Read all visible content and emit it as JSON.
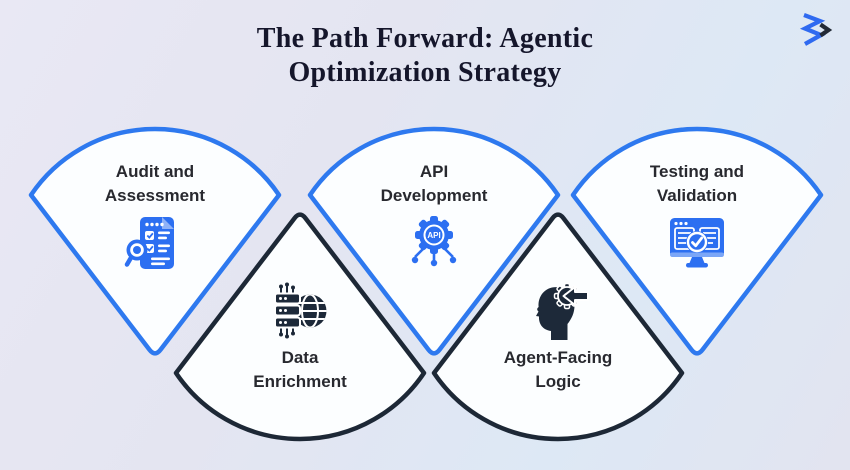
{
  "header": {
    "title_line1": "The Path Forward: Agentic",
    "title_line2": "Optimization Strategy"
  },
  "logo": {
    "name": "brand-zigzag-logo",
    "blue": "#2f6af0",
    "dark": "#232a36"
  },
  "colors": {
    "background_start": "#e9e8f4",
    "background_end": "#dde8f5",
    "fan_fill": "#fcfeff",
    "blue_stroke": "#2e79ef",
    "dark_stroke": "#1d2836",
    "icon_blue": "#2c6ff1",
    "icon_blue_light": "#8fb2f8",
    "icon_dark": "#1d2939",
    "label_color": "#28292f",
    "title_color": "#15162b"
  },
  "steps": [
    {
      "id": "audit-and-assessment",
      "label_line1": "Audit and",
      "label_line2": "Assessment",
      "variant": "up",
      "icon": "audit-document-magnifier-icon"
    },
    {
      "id": "data-enrichment",
      "label_line1": "Data",
      "label_line2": "Enrichment",
      "variant": "down",
      "icon": "server-globe-circuit-icon"
    },
    {
      "id": "api-development",
      "label_line1": "API",
      "label_line2": "Development",
      "variant": "up",
      "icon": "api-gear-icon"
    },
    {
      "id": "agent-facing-logic",
      "label_line1": "Agent-Facing",
      "label_line2": "Logic",
      "variant": "down",
      "icon": "head-gear-arrow-icon"
    },
    {
      "id": "testing-and-validation",
      "label_line1": "Testing and",
      "label_line2": "Validation",
      "variant": "up",
      "icon": "monitor-checkmark-icon"
    }
  ]
}
